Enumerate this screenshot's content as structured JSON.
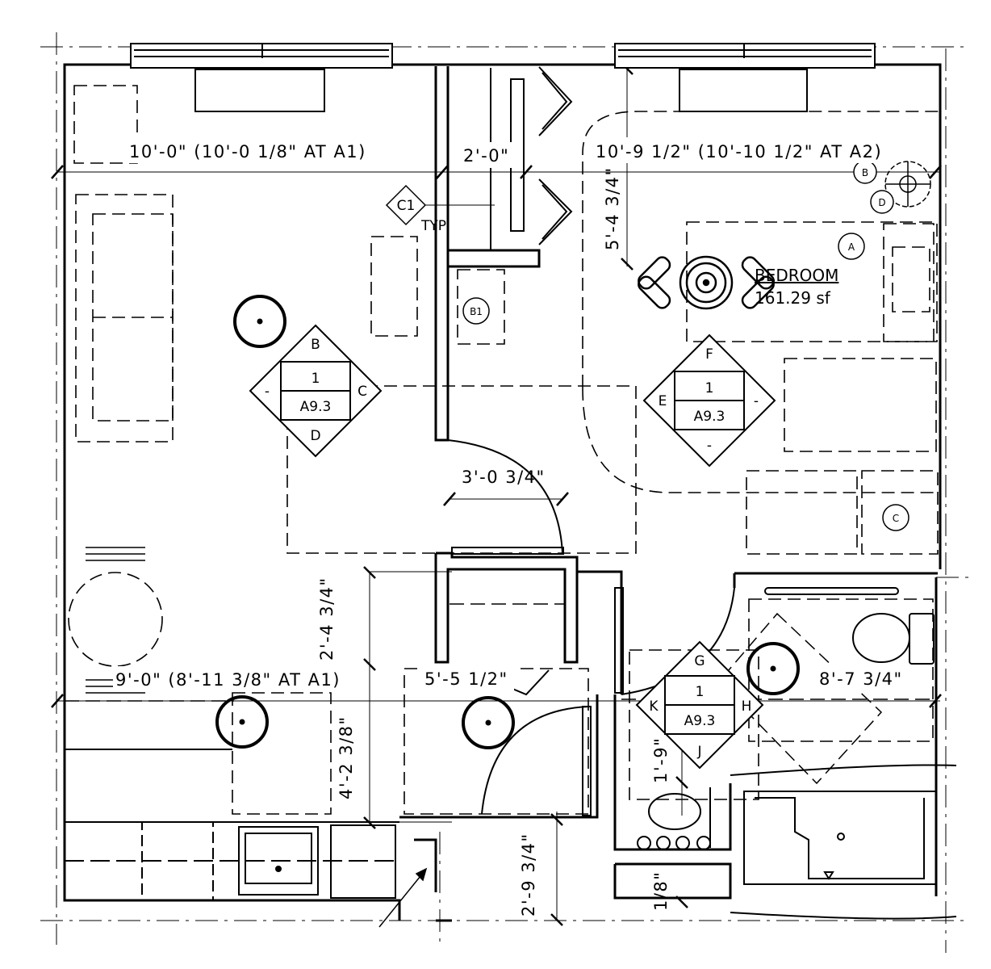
{
  "room": {
    "name": "BEDROOM",
    "area": "161.29 sf"
  },
  "dimensions": {
    "living_width": "10'-0\" (10'-0 1/8\" AT A1)",
    "bedroom_width": "10'-9 1/2\" (10'-10 1/2\" AT A2)",
    "closet_width": "2'-0\"",
    "bedroom_depth": "5'-4 3/4\"",
    "door_width": "3'-0 3/4\"",
    "hall_depth": "2'-4 3/4\"",
    "kitchen_width": "9'-0\" (8'-11 3/8\" AT A1)",
    "hall_width": "5'-5 1/2\"",
    "bath_width": "8'-7 3/4\"",
    "kitchen_depth": "4'-2 3/8\"",
    "wash_depth": "1'-9\"",
    "entry_depth": "2'-9 3/4\"",
    "shelf_depth": "1/8\""
  },
  "elevation_markers": [
    {
      "id": "living",
      "top": "B",
      "right": "C",
      "bottom": "D",
      "left": "-",
      "number": "1",
      "sheet": "A9.3"
    },
    {
      "id": "bedroom",
      "top": "F",
      "right": "-",
      "bottom": "-",
      "left": "E",
      "number": "1",
      "sheet": "A9.3"
    },
    {
      "id": "bath",
      "top": "G",
      "right": "H",
      "bottom": "J",
      "left": "K",
      "number": "1",
      "sheet": "A9.3"
    }
  ],
  "tags": {
    "c1": "C1",
    "typ": "TYP",
    "b1": "B1",
    "a": "A",
    "b": "B",
    "c": "C",
    "d": "D"
  },
  "icons": [
    "ceiling-fan-icon",
    "light-fixture-icon",
    "toilet-icon",
    "sink-icon",
    "bathtub-icon",
    "door-swing-icon"
  ]
}
